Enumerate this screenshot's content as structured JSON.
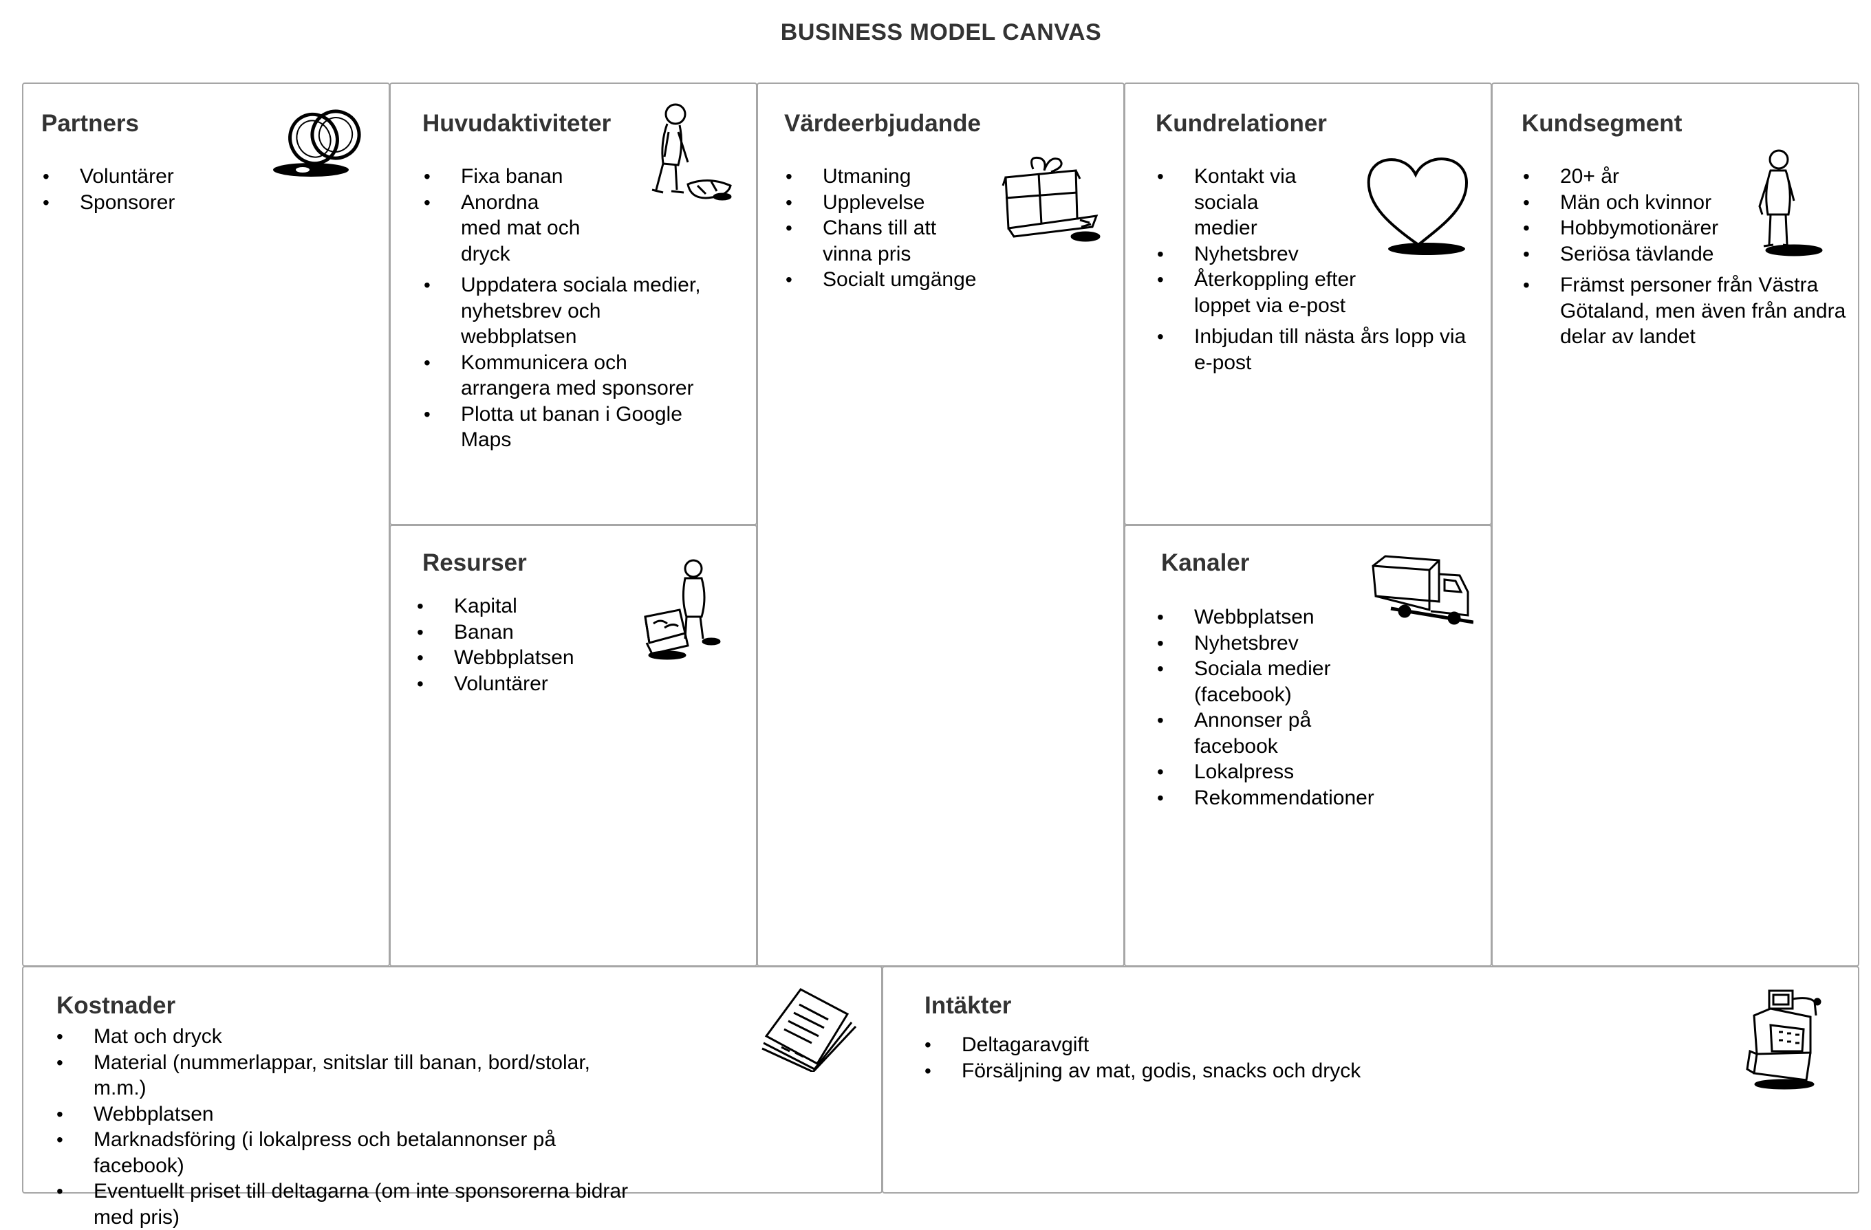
{
  "title": "BUSINESS MODEL CANVAS",
  "partners": {
    "heading": "Partners",
    "items": [
      "Voluntärer",
      "Sponsorer"
    ],
    "icon": "rings-icon"
  },
  "key_activities": {
    "heading": "Huvudaktiviteter",
    "items": [
      "Fixa banan",
      "Anordna med mat och dryck",
      "Uppdatera sociala medier, nyhetsbrev och webbplatsen",
      "Kommunicera och arrangera med sponsorer",
      "Plotta ut banan i Google Maps"
    ],
    "icon": "worker-icon"
  },
  "key_resources": {
    "heading": "Resurser",
    "items": [
      "Kapital",
      "Banan",
      "Webbplatsen",
      "Voluntärer"
    ],
    "icon": "person-with-boxes-icon"
  },
  "value_proposition": {
    "heading": "Värdeerbjudande",
    "items": [
      "Utmaning",
      "Upplevelse",
      "Chans till att vinna pris",
      "Socialt umgänge"
    ],
    "icon": "gift-icon"
  },
  "customer_relationships": {
    "heading": "Kundrelationer",
    "items": [
      "Kontakt via sociala medier",
      "Nyhetsbrev",
      "Återkoppling efter loppet via e-post",
      "Inbjudan till nästa års lopp via e-post"
    ],
    "icon": "heart-icon"
  },
  "channels": {
    "heading": "Kanaler",
    "items": [
      "Webbplatsen",
      "Nyhetsbrev",
      "Sociala medier (facebook)",
      "Annonser på facebook",
      "Lokalpress",
      "Rekommendationer"
    ],
    "icon": "truck-icon"
  },
  "customer_segments": {
    "heading": "Kundsegment",
    "items": [
      "20+ år",
      "Män och kvinnor",
      "Hobbymotionärer",
      "Seriösa tävlande",
      "Främst personer från Västra Götaland, men även från andra delar av landet"
    ],
    "icon": "standing-person-icon"
  },
  "costs": {
    "heading": "Kostnader",
    "items": [
      "Mat och dryck",
      "Material (nummerlappar, snitslar till banan, bord/stolar, m.m.)",
      "Webbplatsen",
      "Marknadsföring (i lokalpress och betalannonser på facebook)",
      "Eventuellt priset till deltagarna (om inte sponsorerna bidrar med pris)"
    ],
    "icon": "paper-stack-icon"
  },
  "revenue": {
    "heading": "Intäkter",
    "items": [
      "Deltagaravgift",
      "Försäljning av mat, godis, snacks och dryck"
    ],
    "icon": "cash-register-icon"
  }
}
